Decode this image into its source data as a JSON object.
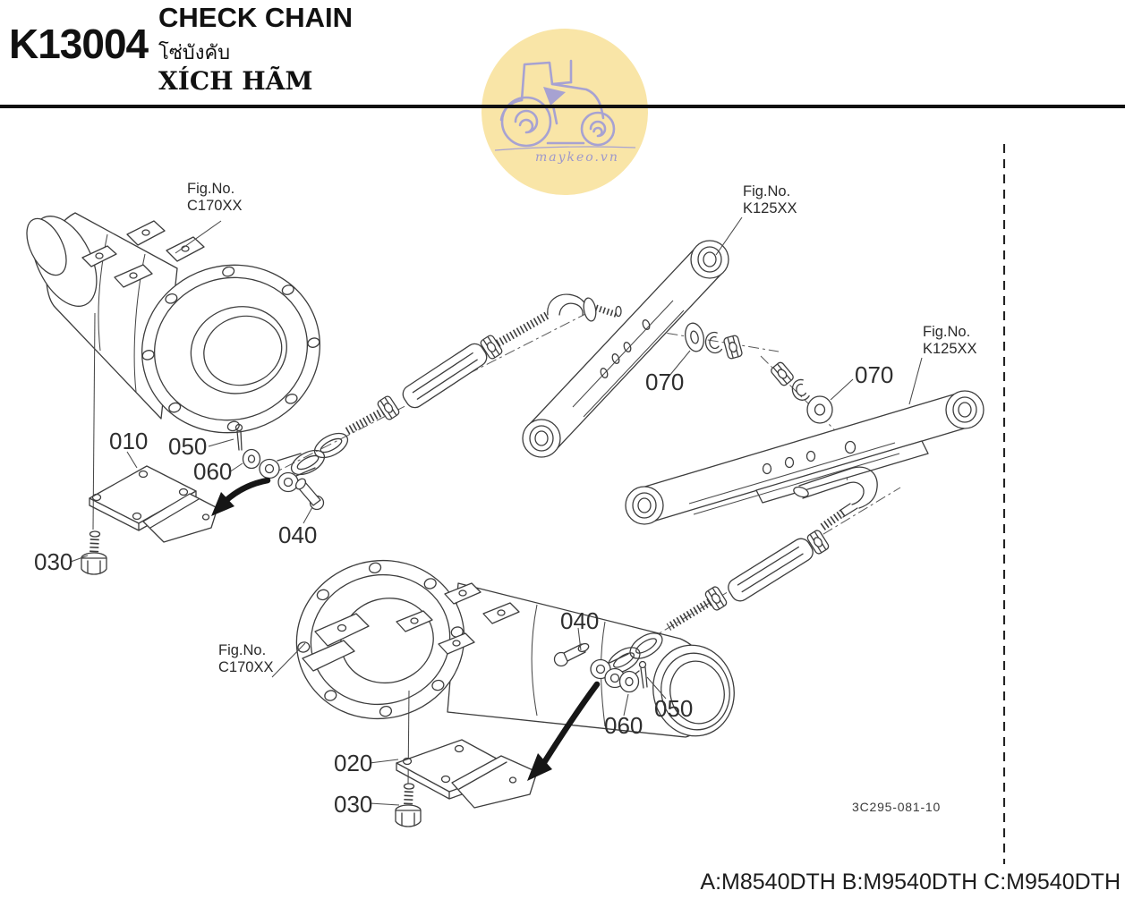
{
  "header": {
    "code": "K13004",
    "title_en": "CHECK CHAIN",
    "title_th": "โซ่บังคับ",
    "title_vi": "XÍCH HÃM"
  },
  "watermark": {
    "site": "maykeo.vn"
  },
  "figure_refs": [
    {
      "line1": "Fig.No.",
      "line2": "C170XX"
    },
    {
      "line1": "Fig.No.",
      "line2": "K125XX"
    },
    {
      "line1": "Fig.No.",
      "line2": "K125XX"
    },
    {
      "line1": "Fig.No.",
      "line2": "C170XX"
    }
  ],
  "callouts": [
    {
      "text": "010"
    },
    {
      "text": "050"
    },
    {
      "text": "060"
    },
    {
      "text": "040"
    },
    {
      "text": "030"
    },
    {
      "text": "070"
    },
    {
      "text": "070"
    },
    {
      "text": "040"
    },
    {
      "text": "050"
    },
    {
      "text": "060"
    },
    {
      "text": "020"
    },
    {
      "text": "030"
    }
  ],
  "drawing_number": "3C295-081-10",
  "footer": {
    "models": "A:M8540DTH B:M9540DTH C:M9540DTH"
  }
}
